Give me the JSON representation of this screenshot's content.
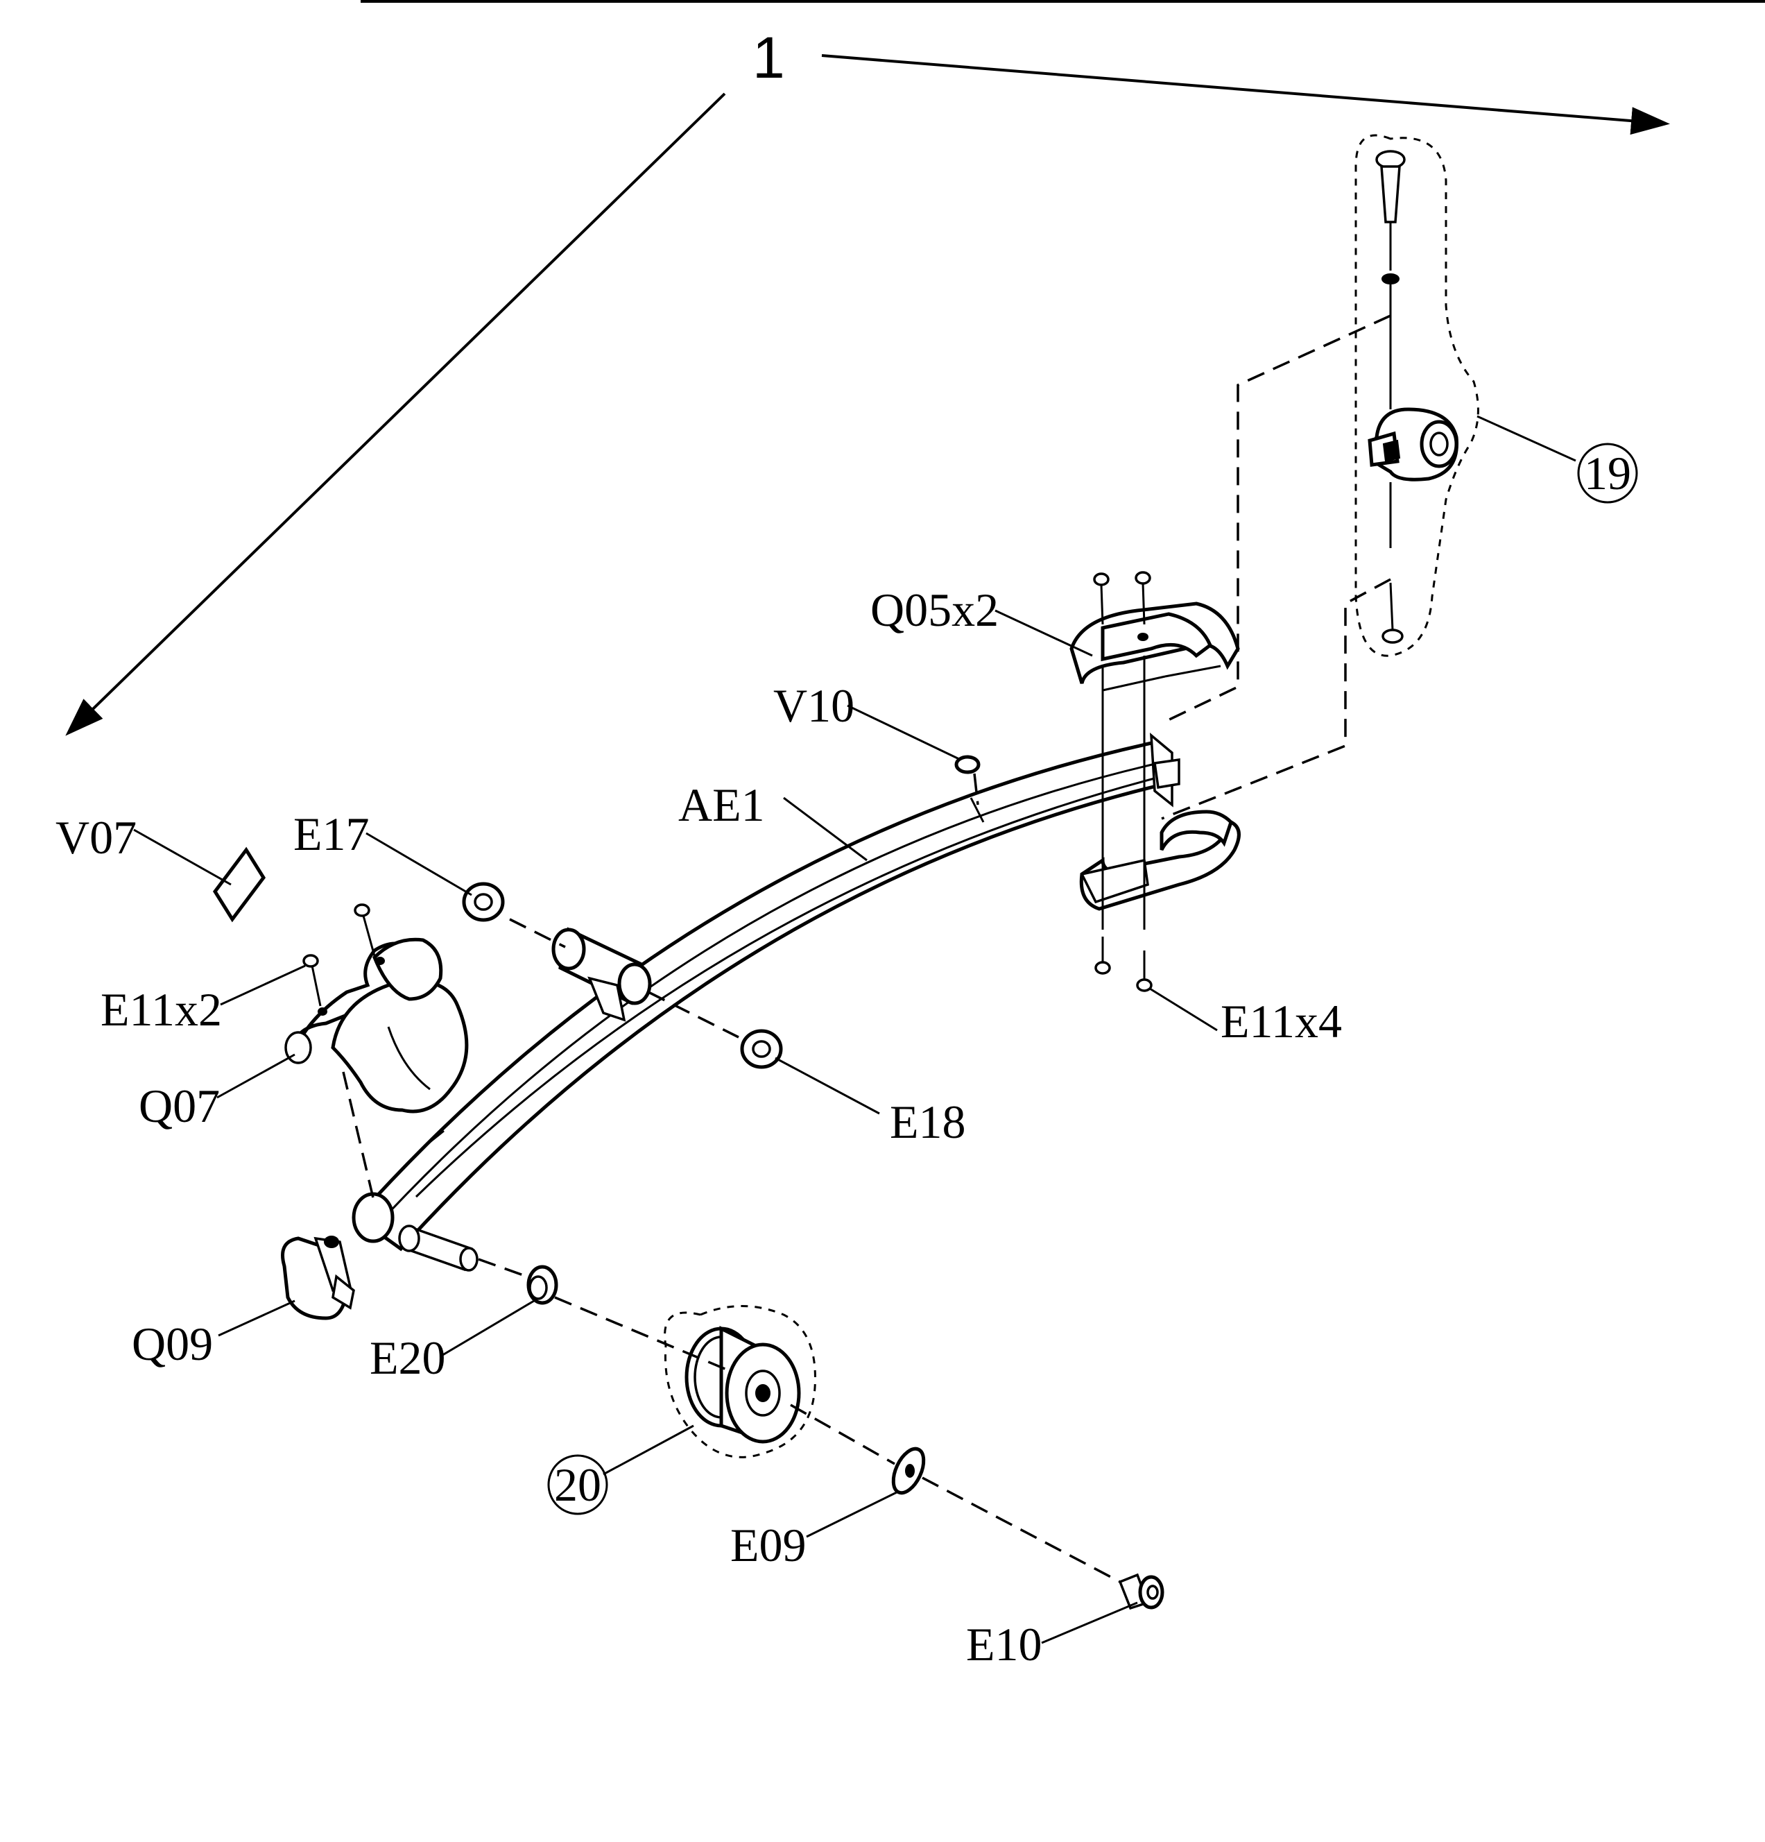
{
  "diagram": {
    "assembly_number": "1",
    "labels": {
      "v07": "V07",
      "e17": "E17",
      "ae1": "AE1",
      "v10": "V10",
      "q05": "Q05x2",
      "e11x2": "E11x2",
      "q07": "Q07",
      "e18": "E18",
      "e11x4": "E11x4",
      "q09": "Q09",
      "e20": "E20",
      "e09": "E09",
      "e10": "E10"
    },
    "circled_labels": {
      "part19": "19",
      "part20": "20"
    }
  }
}
